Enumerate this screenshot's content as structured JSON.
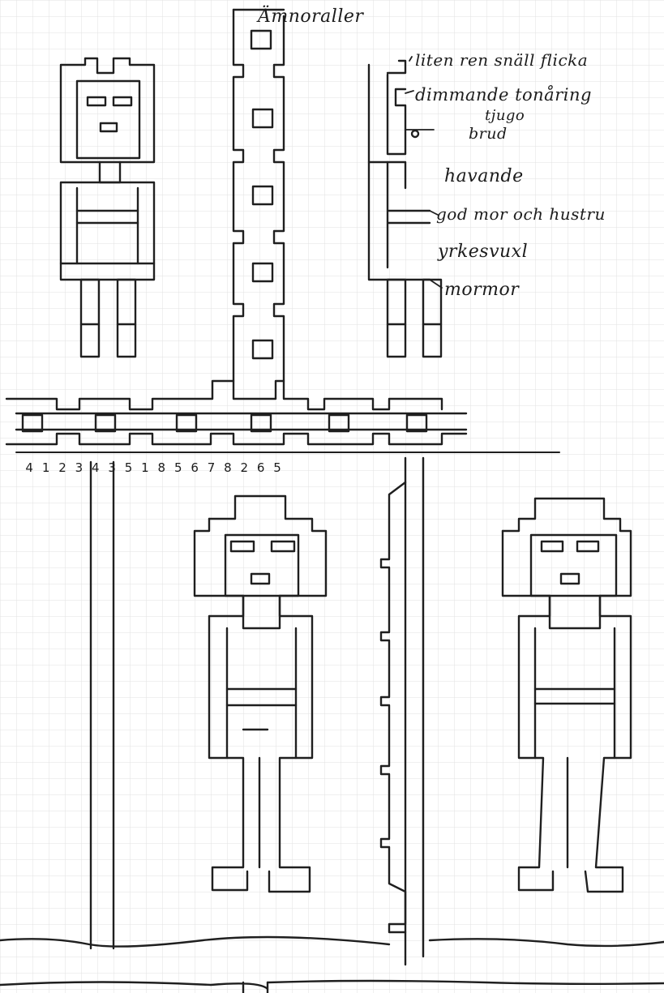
{
  "annotations": {
    "title": "Ämnoraller",
    "a1": "liten ren snäll flicka",
    "a2": "dimmande tonåring",
    "a3_line1": "tjugo",
    "a3_line2": "brud",
    "a4": "havande",
    "a5": "god mor och hustru",
    "a6": "yrkesvuxl",
    "a7": "mormor"
  },
  "scale_numbers": [
    "4",
    "1",
    "2",
    "3",
    "4",
    "3",
    "5",
    "1",
    "8",
    "5",
    "6",
    "7",
    "8",
    "2",
    "6",
    "5"
  ]
}
